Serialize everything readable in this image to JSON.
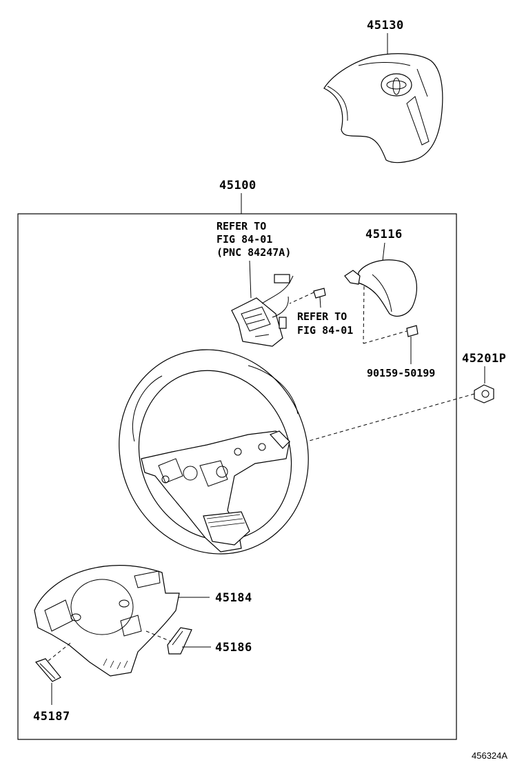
{
  "parts": {
    "p45130": "45130",
    "p45100": "45100",
    "p45116": "45116",
    "p45201P": "45201P",
    "p90159": "90159-50199",
    "p45184": "45184",
    "p45186": "45186",
    "p45187": "45187"
  },
  "refs": {
    "ref1_line1": "REFER TO",
    "ref1_line2": "FIG 84-01",
    "ref1_line3": "(PNC 84247A)",
    "ref2_line1": "REFER TO",
    "ref2_line2": "FIG 84-01"
  },
  "figure_id": "456324A"
}
